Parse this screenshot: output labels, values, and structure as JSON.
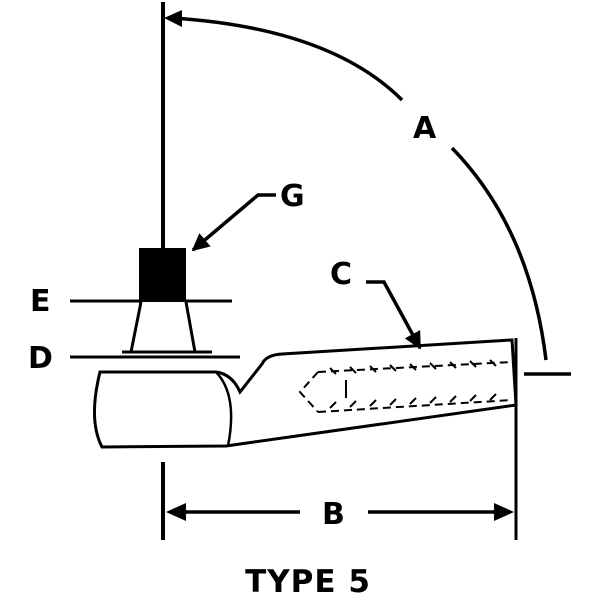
{
  "diagram": {
    "caption": "TYPE 5",
    "labels": {
      "a": "A",
      "b": "B",
      "c": "C",
      "d": "D",
      "e": "E",
      "g": "G"
    },
    "colors": {
      "ink": "#000000",
      "background": "#ffffff"
    }
  }
}
